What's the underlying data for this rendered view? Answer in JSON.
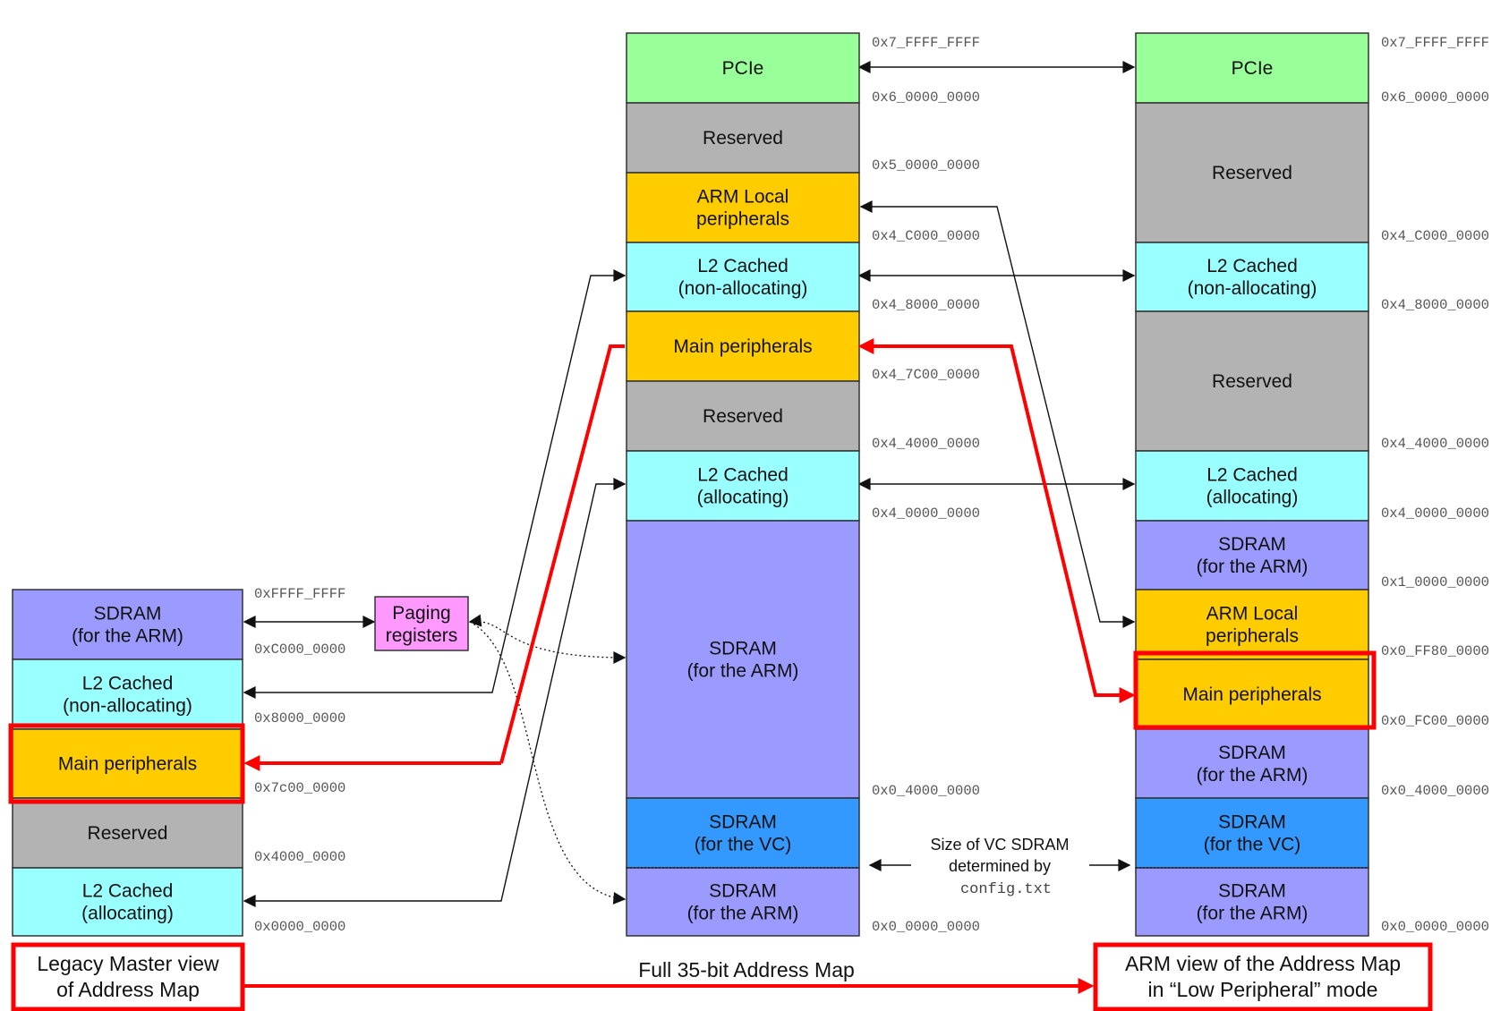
{
  "colors": {
    "sdram_arm": "#9b9bff",
    "l2cache": "#99ffff",
    "peripheral": "#ffcc00",
    "reserved": "#b3b3b3",
    "pcie": "#99ff99",
    "sdram_vc": "#3399ff",
    "paging": "#ff99ff",
    "highlight": "#ff0000"
  },
  "legacy": {
    "caption_lines": [
      "Legacy Master view",
      "of Address Map"
    ],
    "blocks": [
      {
        "lines": [
          "SDRAM",
          "(for the ARM)"
        ],
        "color": "sdram_arm"
      },
      {
        "lines": [
          "L2 Cached",
          "(non-allocating)"
        ],
        "color": "l2cache"
      },
      {
        "lines": [
          "Main peripherals"
        ],
        "color": "peripheral"
      },
      {
        "lines": [
          "Reserved"
        ],
        "color": "reserved"
      },
      {
        "lines": [
          "L2 Cached",
          "(allocating)"
        ],
        "color": "l2cache"
      }
    ],
    "addresses": [
      "0xFFFF_FFFF",
      "0xC000_0000",
      "0x8000_0000",
      "0x7c00_0000",
      "0x4000_0000",
      "0x0000_0000"
    ]
  },
  "paging": {
    "lines": [
      "Paging",
      "registers"
    ]
  },
  "full": {
    "caption": "Full 35-bit Address Map",
    "blocks": [
      {
        "lines": [
          "PCIe"
        ],
        "color": "pcie"
      },
      {
        "lines": [
          "Reserved"
        ],
        "color": "reserved"
      },
      {
        "lines": [
          "ARM Local",
          "peripherals"
        ],
        "color": "peripheral"
      },
      {
        "lines": [
          "L2 Cached",
          "(non-allocating)"
        ],
        "color": "l2cache"
      },
      {
        "lines": [
          "Main peripherals"
        ],
        "color": "peripheral"
      },
      {
        "lines": [
          "Reserved"
        ],
        "color": "reserved"
      },
      {
        "lines": [
          "L2 Cached",
          "(allocating)"
        ],
        "color": "l2cache"
      },
      {
        "lines": [
          "SDRAM",
          "(for the ARM)"
        ],
        "color": "sdram_arm"
      },
      {
        "lines": [
          "SDRAM",
          "(for the VC)"
        ],
        "color": "sdram_vc"
      },
      {
        "lines": [
          "SDRAM",
          "(for the ARM)"
        ],
        "color": "sdram_arm"
      }
    ],
    "addresses": [
      "0x7_FFFF_FFFF",
      "0x6_0000_0000",
      "0x5_0000_0000",
      "0x4_C000_0000",
      "0x4_8000_0000",
      "0x4_7C00_0000",
      "0x4_4000_0000",
      "0x4_0000_0000",
      "0x0_4000_0000",
      "0x0_0000_0000"
    ]
  },
  "arm": {
    "caption_lines": [
      "ARM view of the Address Map",
      "in “Low Peripheral” mode"
    ],
    "blocks": [
      {
        "lines": [
          "PCIe"
        ],
        "color": "pcie"
      },
      {
        "lines": [
          "Reserved"
        ],
        "color": "reserved"
      },
      {
        "lines": [
          "L2 Cached",
          "(non-allocating)"
        ],
        "color": "l2cache"
      },
      {
        "lines": [
          "Reserved"
        ],
        "color": "reserved"
      },
      {
        "lines": [
          "L2 Cached",
          "(allocating)"
        ],
        "color": "l2cache"
      },
      {
        "lines": [
          "SDRAM",
          "(for the ARM)"
        ],
        "color": "sdram_arm"
      },
      {
        "lines": [
          "ARM Local",
          "peripherals"
        ],
        "color": "peripheral"
      },
      {
        "lines": [
          "Main peripherals"
        ],
        "color": "peripheral"
      },
      {
        "lines": [
          "SDRAM",
          "(for the ARM)"
        ],
        "color": "sdram_arm"
      },
      {
        "lines": [
          "SDRAM",
          "(for the VC)"
        ],
        "color": "sdram_vc"
      },
      {
        "lines": [
          "SDRAM",
          "(for the ARM)"
        ],
        "color": "sdram_arm"
      }
    ],
    "addresses": [
      "0x7_FFFF_FFFF",
      "0x6_0000_0000",
      "0x4_C000_0000",
      "0x4_8000_0000",
      "0x4_4000_0000",
      "0x4_0000_0000",
      "0x1_0000_0000",
      "0x0_FF80_0000",
      "0x0_FC00_0000",
      "0x0_4000_0000",
      "0x0_0000_0000"
    ]
  },
  "vc_note": {
    "lines": [
      "Size of VC SDRAM",
      "determined by"
    ],
    "mono": "config.txt"
  }
}
